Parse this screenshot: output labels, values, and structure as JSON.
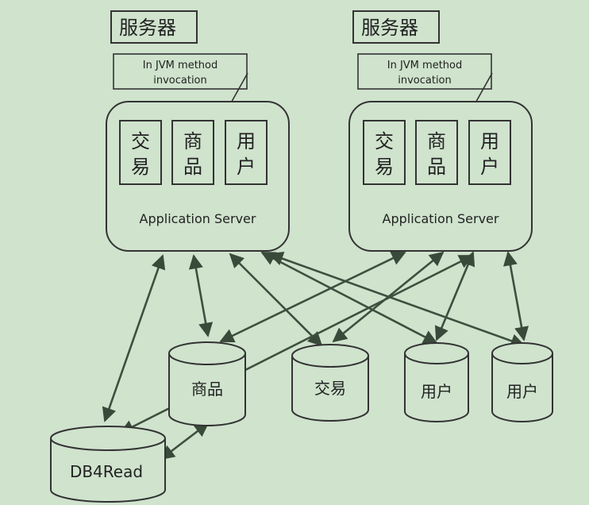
{
  "servers": [
    {
      "title": "服务器",
      "note": [
        "In JVM method",
        "invocation"
      ],
      "modules": [
        [
          "交",
          "易"
        ],
        [
          "商",
          "品"
        ],
        [
          "用",
          "户"
        ]
      ],
      "app_label": "Application Server"
    },
    {
      "title": "服务器",
      "note": [
        "In JVM method",
        "invocation"
      ],
      "modules": [
        [
          "交",
          "易"
        ],
        [
          "商",
          "品"
        ],
        [
          "用",
          "户"
        ]
      ],
      "app_label": "Application Server"
    }
  ],
  "databases": [
    "商品",
    "交易",
    "用户",
    "用户",
    "DB4Read"
  ],
  "colors": {
    "background": "#cfe3cd",
    "stroke": "#3a3a3a",
    "arrow": "#4a5a4a"
  }
}
